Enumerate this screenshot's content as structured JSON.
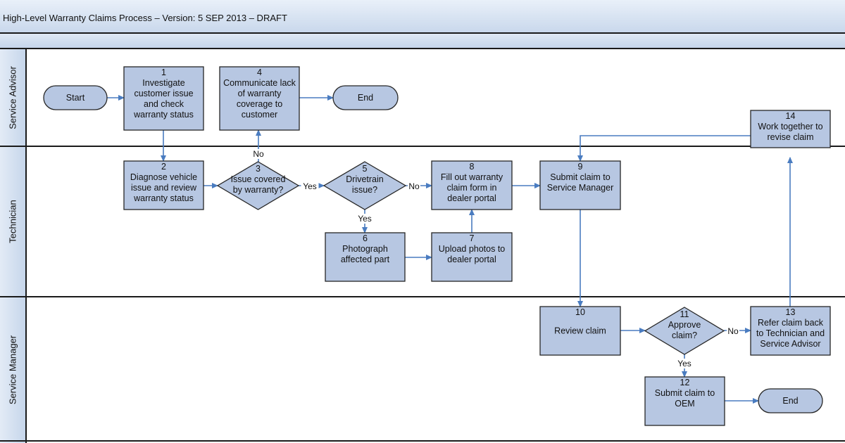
{
  "title": "High-Level Warranty Claims Process – Version: 5 SEP 2013 – DRAFT",
  "lanes": [
    {
      "name": "Service Advisor"
    },
    {
      "name": "Technician"
    },
    {
      "name": "Service Manager"
    }
  ],
  "nodes": {
    "start": {
      "lines": [
        "Start"
      ]
    },
    "n1": {
      "lines": [
        "1",
        "Investigate",
        "customer issue",
        "and check",
        "warranty status"
      ]
    },
    "n4": {
      "lines": [
        "4",
        "Communicate lack",
        "of warranty",
        "coverage to",
        "customer"
      ]
    },
    "end1": {
      "lines": [
        "End"
      ]
    },
    "n14": {
      "lines": [
        "14",
        "Work together to",
        "revise claim"
      ]
    },
    "n2": {
      "lines": [
        "2",
        "Diagnose vehicle",
        "issue and review",
        "warranty status"
      ]
    },
    "n3": {
      "lines": [
        "3",
        "Issue covered",
        "by warranty?"
      ]
    },
    "n5": {
      "lines": [
        "5",
        "Drivetrain",
        "issue?"
      ]
    },
    "n8": {
      "lines": [
        "8",
        "Fill out warranty",
        "claim form in",
        "dealer portal"
      ]
    },
    "n9": {
      "lines": [
        "9",
        "Submit claim to",
        "Service Manager"
      ]
    },
    "n6": {
      "lines": [
        "6",
        "Photograph",
        "affected part"
      ]
    },
    "n7": {
      "lines": [
        "7",
        "Upload photos to",
        "dealer portal"
      ]
    },
    "n10": {
      "lines": [
        "10",
        "Review claim"
      ]
    },
    "n11": {
      "lines": [
        "11",
        "Approve",
        "claim?"
      ]
    },
    "n13": {
      "lines": [
        "13",
        "Refer claim back",
        "to Technician and",
        "Service Advisor"
      ]
    },
    "n12": {
      "lines": [
        "12",
        "Submit claim to",
        "OEM"
      ]
    },
    "end2": {
      "lines": [
        "End"
      ]
    }
  },
  "edge_labels": {
    "n3_no": "No",
    "n3_yes": "Yes",
    "n5_no": "No",
    "n5_yes": "Yes",
    "n11_no": "No",
    "n11_yes": "Yes"
  },
  "colors": {
    "box_fill": "#b7c7e2",
    "box_stroke": "#262626",
    "arrow": "#4a7cc0",
    "border": "#1a1a1a"
  }
}
